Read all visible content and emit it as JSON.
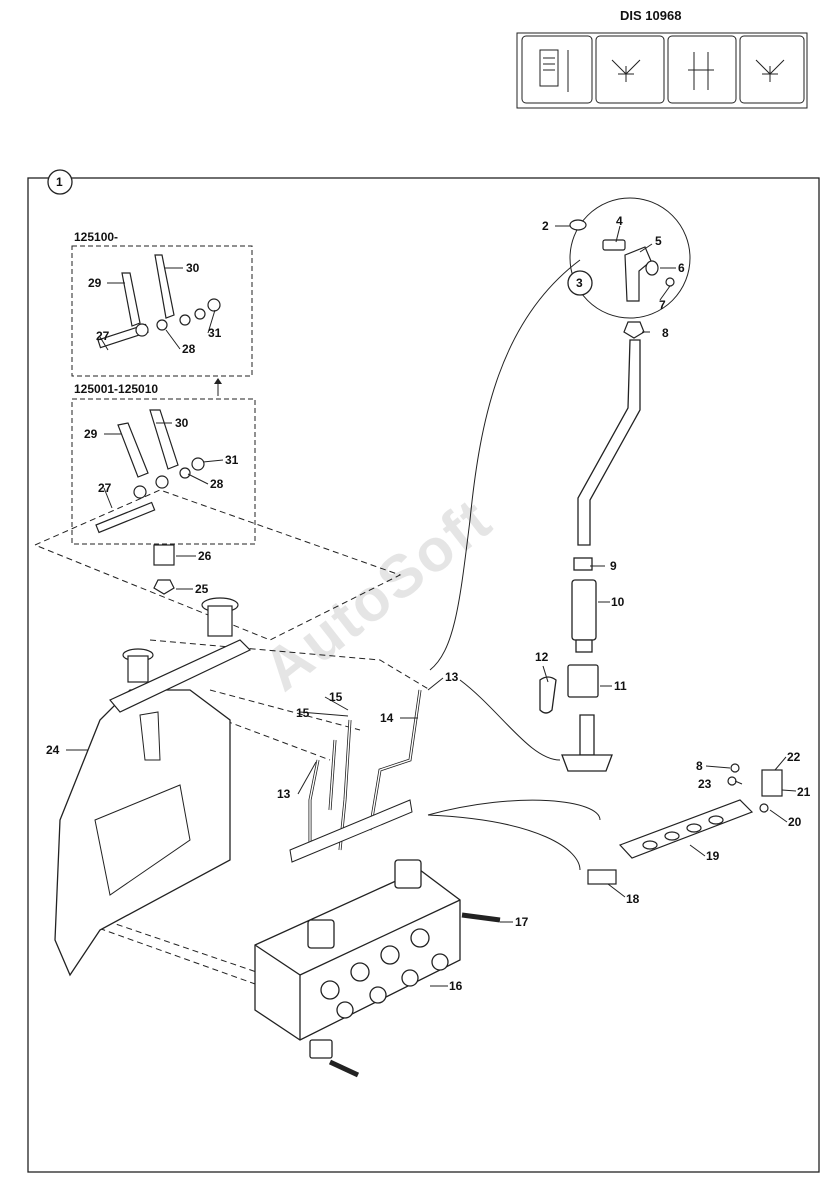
{
  "dis_label": "DIS 10968",
  "view_number": "1",
  "detail_number": "3",
  "serial_labels": {
    "upper": "125100-",
    "lower": "125001-125010"
  },
  "watermark": "AutoSoft",
  "callouts": {
    "c2": "2",
    "c4": "4",
    "c5": "5",
    "c6": "6",
    "c7": "7",
    "c8a": "8",
    "c9": "9",
    "c10": "10",
    "c11": "11",
    "c12": "12",
    "c13a": "13",
    "c13b": "13",
    "c14": "14",
    "c15a": "15",
    "c15b": "15",
    "c16": "16",
    "c17": "17",
    "c18": "18",
    "c19": "19",
    "c20": "20",
    "c21": "21",
    "c22": "22",
    "c23": "23",
    "c8b": "8",
    "c24": "24",
    "c25": "25",
    "c26": "26",
    "u27": "27",
    "u28": "28",
    "u29": "29",
    "u30": "30",
    "u31": "31",
    "l27": "27",
    "l28": "28",
    "l29": "29",
    "l30": "30",
    "l31": "31"
  },
  "icons": [
    "decal-panel-1",
    "decal-panel-2",
    "decal-panel-3",
    "decal-panel-4"
  ]
}
